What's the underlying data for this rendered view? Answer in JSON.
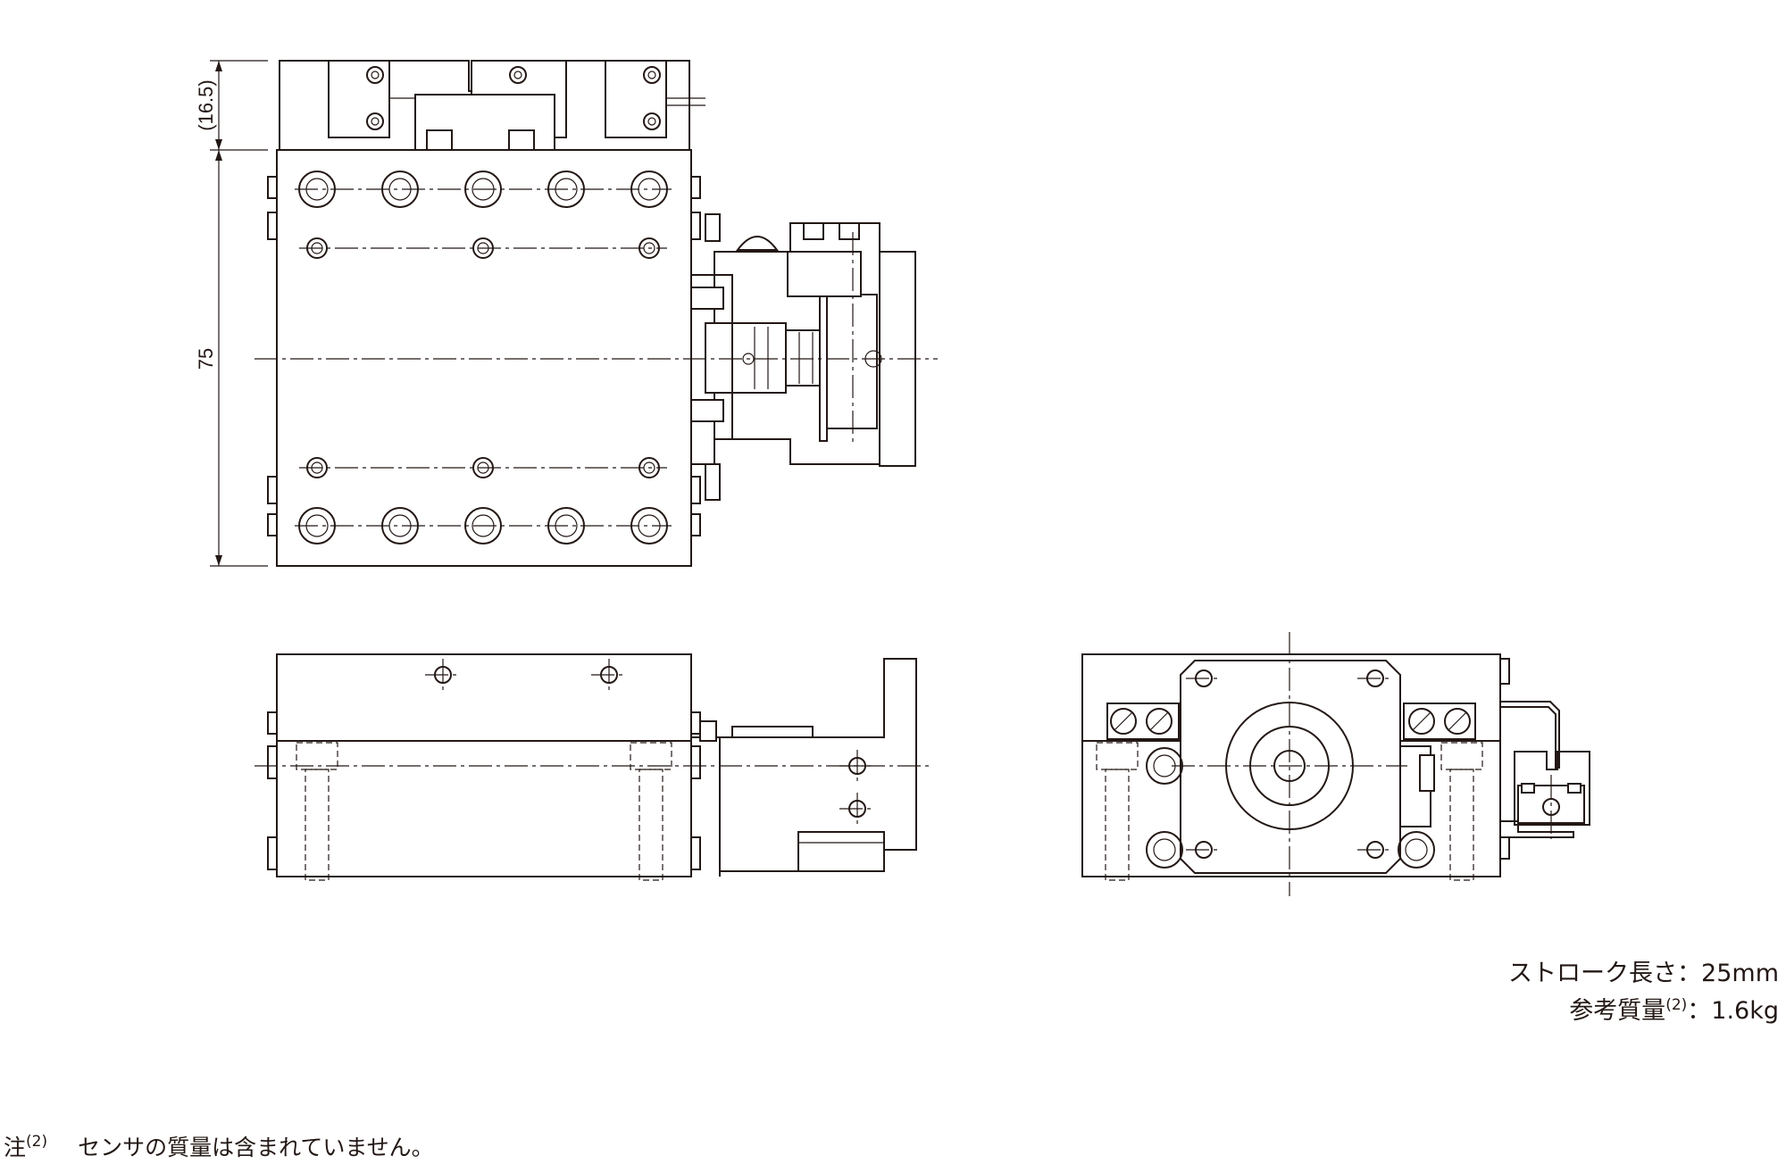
{
  "dimensions": {
    "height_label": "(16.5)",
    "width_label": "75"
  },
  "specs": {
    "stroke_label": "ストローク長さ",
    "stroke_value": "25mm",
    "mass_label": "参考質量",
    "mass_note_ref": "(2)",
    "mass_value": "1.6kg",
    "separator": "："
  },
  "footnote": {
    "prefix": "注",
    "ref": "(2)",
    "text": "センサの質量は含まれていません。"
  },
  "colors": {
    "line": "#231815",
    "background": "#ffffff"
  }
}
